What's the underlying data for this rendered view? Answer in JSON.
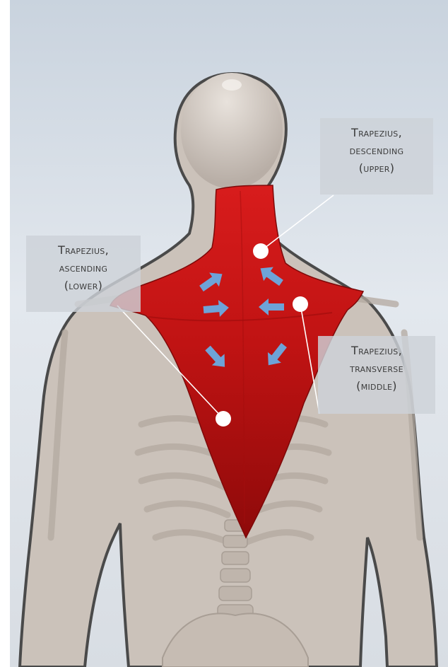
{
  "labels": {
    "upper": {
      "line1": "Trapezius,",
      "line2": "descending",
      "line3": "(upper)"
    },
    "lower": {
      "line1": "Trapezius,",
      "line2": "ascending",
      "line3": "(lower)"
    },
    "middle": {
      "line1": "Trapezius,",
      "line2": "transverse",
      "line3": "(middle)"
    }
  },
  "colors": {
    "background": "#dde3ea",
    "body": "#c9c0b8",
    "muscle": "#c41414",
    "muscle_dark": "#8e0a0a",
    "arrow": "#6ea3d8",
    "label_box": "#cdd2d8",
    "marker": "#ffffff"
  }
}
